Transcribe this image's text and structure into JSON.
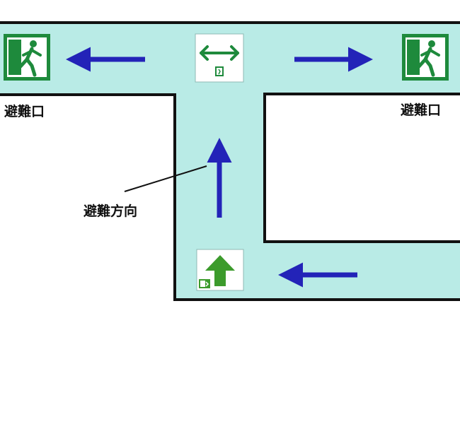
{
  "labels": {
    "exit_left": "避難口",
    "exit_right": "避難口",
    "evac_direction": "避難方向"
  },
  "colors": {
    "corridor_fill": "#b9ebe6",
    "wall": "#111111",
    "arrow": "#2323b8",
    "sign_green": "#1e8a3c",
    "arrow_sign_green": "#3c9b2c"
  },
  "icons": {
    "exit_sign": "running-man-exit-icon",
    "bidirectional_sign": "double-arrow-exit-sign-icon",
    "up_arrow_sign": "up-arrow-exit-sign-icon"
  }
}
